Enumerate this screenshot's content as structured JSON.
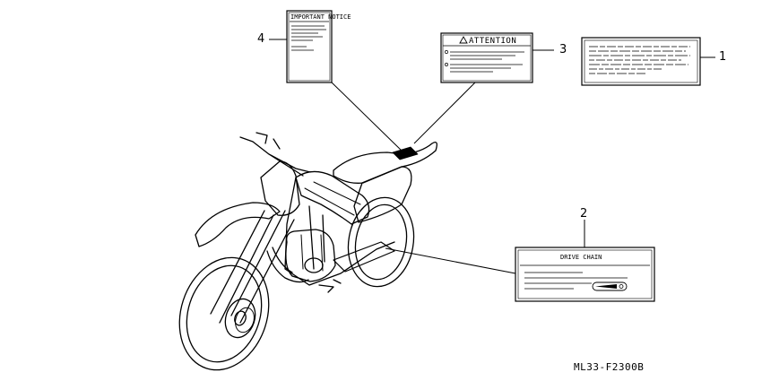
{
  "callouts": {
    "c1": "1",
    "c2": "2",
    "c3": "3",
    "c4": "4"
  },
  "labels": {
    "important_notice_title": "IMPORTANT NOTICE",
    "attention_title": "ATTENTION",
    "drive_chain_title": "DRIVE CHAIN"
  },
  "figure_code": "ML33-F2300B"
}
